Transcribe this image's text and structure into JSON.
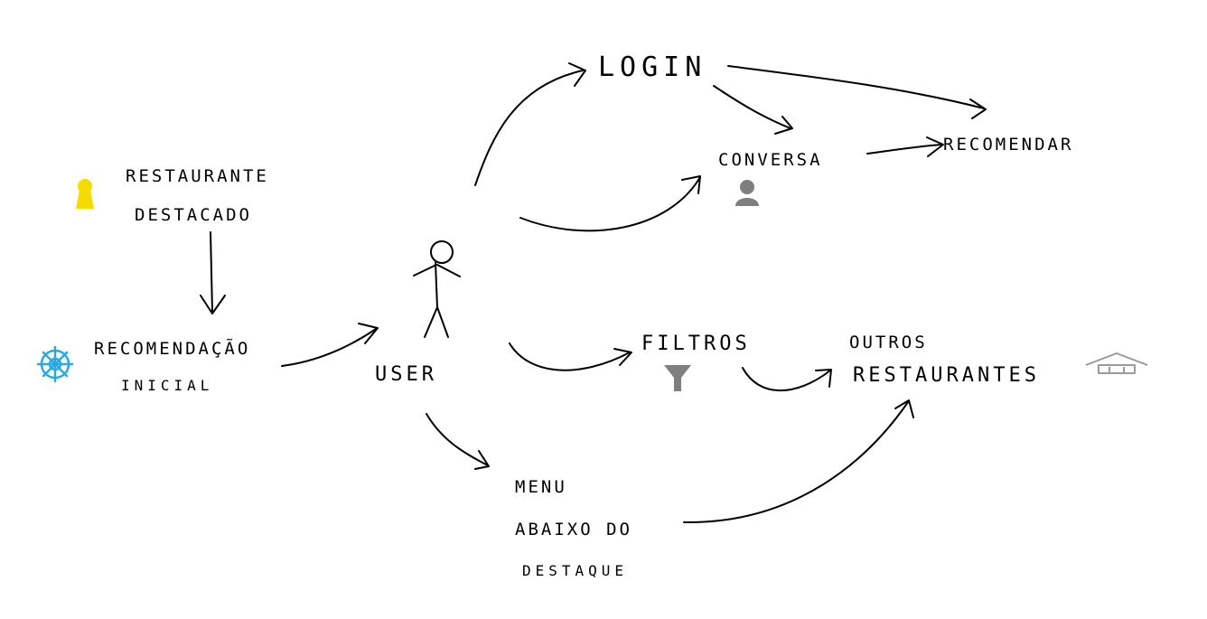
{
  "nodes": {
    "restaurante_destacado": {
      "line1": "RESTAURANTE",
      "line2": "DESTACADO"
    },
    "recomendacao_inicial": {
      "line1": "RECOMENDAÇÃO",
      "line2": "INICIAL"
    },
    "user": {
      "label": "USER"
    },
    "login": {
      "label": "LOGIN"
    },
    "conversa": {
      "label": "CONVERSA"
    },
    "recomendar": {
      "label": "RECOMENDAR"
    },
    "filtros": {
      "label": "FILTROS"
    },
    "outros_restaurantes": {
      "line1": "OUTROS",
      "line2": "RESTAURANTES"
    },
    "menu": {
      "line1": "MENU",
      "line2": "ABAIXO DO",
      "line3": "DESTAQUE"
    }
  },
  "icons": {
    "keyhole": {
      "name": "keyhole-icon",
      "color": "#f5dc00"
    },
    "snowflake": {
      "name": "snowflake-icon",
      "color": "#2aa8e0"
    },
    "person": {
      "name": "person-icon",
      "color": "#7f7f7f"
    },
    "filter": {
      "name": "filter-icon",
      "color": "#7f7f7f"
    },
    "house": {
      "name": "house-icon",
      "color": "#9a9a9a"
    }
  }
}
